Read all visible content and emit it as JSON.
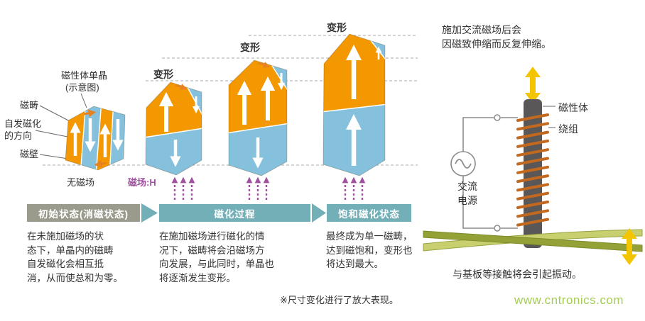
{
  "palette": {
    "domain_orange": "#F39800",
    "domain_blue": "#85C1DC",
    "banner_gray": "#9B9B8D",
    "banner_teal": "#73AFB7",
    "field_purple": "#A0519F",
    "vibration_yellow": "#F2C500",
    "substrate_olive": "#93A136",
    "rod_gray": "#595757",
    "coil_copper": "#C2691F",
    "watermark_green": "#A5CC54"
  },
  "annotations": {
    "crystal_title": "磁性体单晶",
    "crystal_subtitle": "(示意图)",
    "domain": "磁畴",
    "spontaneous_magnetization": "自发磁化\n的方向",
    "domain_wall": "磁壁",
    "no_field": "无磁场",
    "field": "磁场:H",
    "deform": "变形"
  },
  "stages": {
    "initial": {
      "title": "初始状态(消磁状态)",
      "body": "在未施加磁场的状\n态下，单晶内的磁畴\n自发磁化会相互抵\n消，从而使总和为零。"
    },
    "process": {
      "title": "磁化过程",
      "body": "在施加磁场进行磁化的情\n况下，磁畴将会沿磁场方\n向发展，与此同时，单晶也\n将逐渐发生变形。"
    },
    "saturated": {
      "title": "饱和磁化状态",
      "body": "最终成为单一磁畴，\n达到磁饱和，变形也\n将达到最大。"
    }
  },
  "note": "※尺寸变化进行了放大表现。",
  "device": {
    "caption_top": "施加交流磁场后会\n因磁致伸缩而反复伸缩。",
    "magnetic_body": "磁性体",
    "winding": "绕组",
    "ac_power": "交流\n电源",
    "caption_bottom": "与基板等接触将会引起振动。",
    "watermark": "www.cntronics.com"
  }
}
